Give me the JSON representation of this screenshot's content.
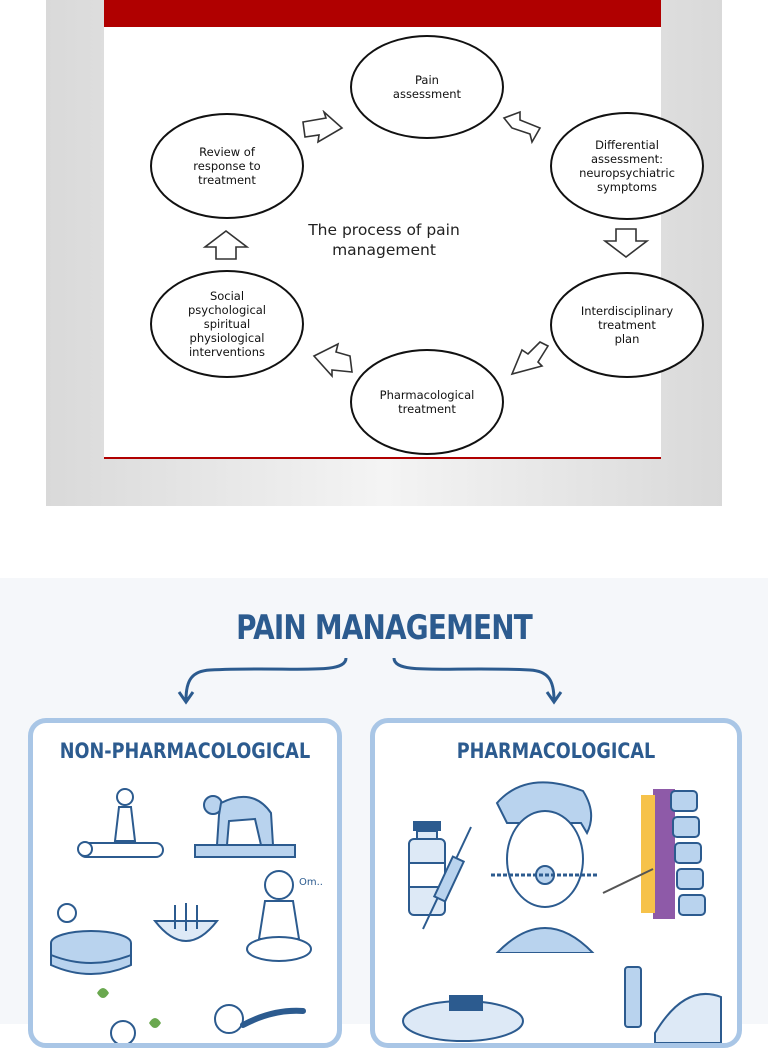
{
  "cycle_diagram": {
    "center_title": "The process of pain\nmanagement",
    "nodes": {
      "pain_assessment": "Pain\nassessment",
      "differential_assessment": "Differential\nassessment:\nneuropsychiatric\nsymptoms",
      "interdisciplinary_plan": "Interdisciplinary\ntreatment\nplan",
      "pharmacological_treatment": "Pharmacological\ntreatment",
      "social_interventions": "Social\npsychological\nspiritual\nphysiological\ninterventions",
      "review_of_response": "Review of\nresponse to\ntreatment"
    },
    "colors": {
      "banner": "#b00000",
      "stroke": "#111111"
    }
  },
  "infographic": {
    "title": "PAIN MANAGEMENT",
    "left_panel_title": "NON-PHARMACOLOGICAL",
    "right_panel_title": "PHARMACOLOGICAL",
    "colors": {
      "title": "#2c5b8f",
      "panel_border": "#a9c6e6",
      "figure_fill": "#b9d3ee"
    },
    "left_icons": [
      "massage-icon",
      "stretching-icon",
      "meditation-icon",
      "hydrotherapy-icon",
      "acupuncture-icon",
      "aromatherapy-icon",
      "relaxation-icon"
    ],
    "right_icons": [
      "vial-icon",
      "syringe-icon",
      "nasal-cannula-patient-icon",
      "spine-injection-icon",
      "iv-infusion-icon",
      "pca-pump-icon"
    ]
  }
}
